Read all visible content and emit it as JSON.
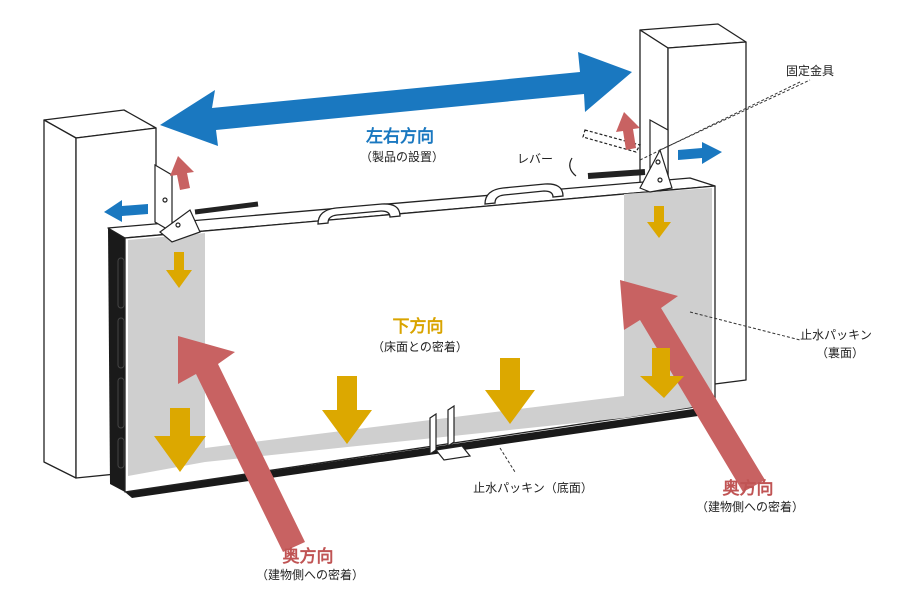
{
  "colors": {
    "blue": "#1a78c0",
    "yellow": "#dca800",
    "red": "#c86262",
    "packing": "#cfcfcf",
    "frame": "#1a1a1a"
  },
  "labels": {
    "lr_title": "左右方向",
    "lr_sub": "（製品の設置）",
    "bracket": "固定金具",
    "lever": "レバー",
    "down_title": "下方向",
    "down_sub": "（床面との密着）",
    "packing_back_1": "止水パッキン",
    "packing_back_2": "（裏面）",
    "packing_bottom": "止水パッキン（底面）",
    "back_left_title": "奥方向",
    "back_left_sub": "（建物側への密着）",
    "back_right_title": "奥方向",
    "back_right_sub": "（建物側への密着）"
  }
}
